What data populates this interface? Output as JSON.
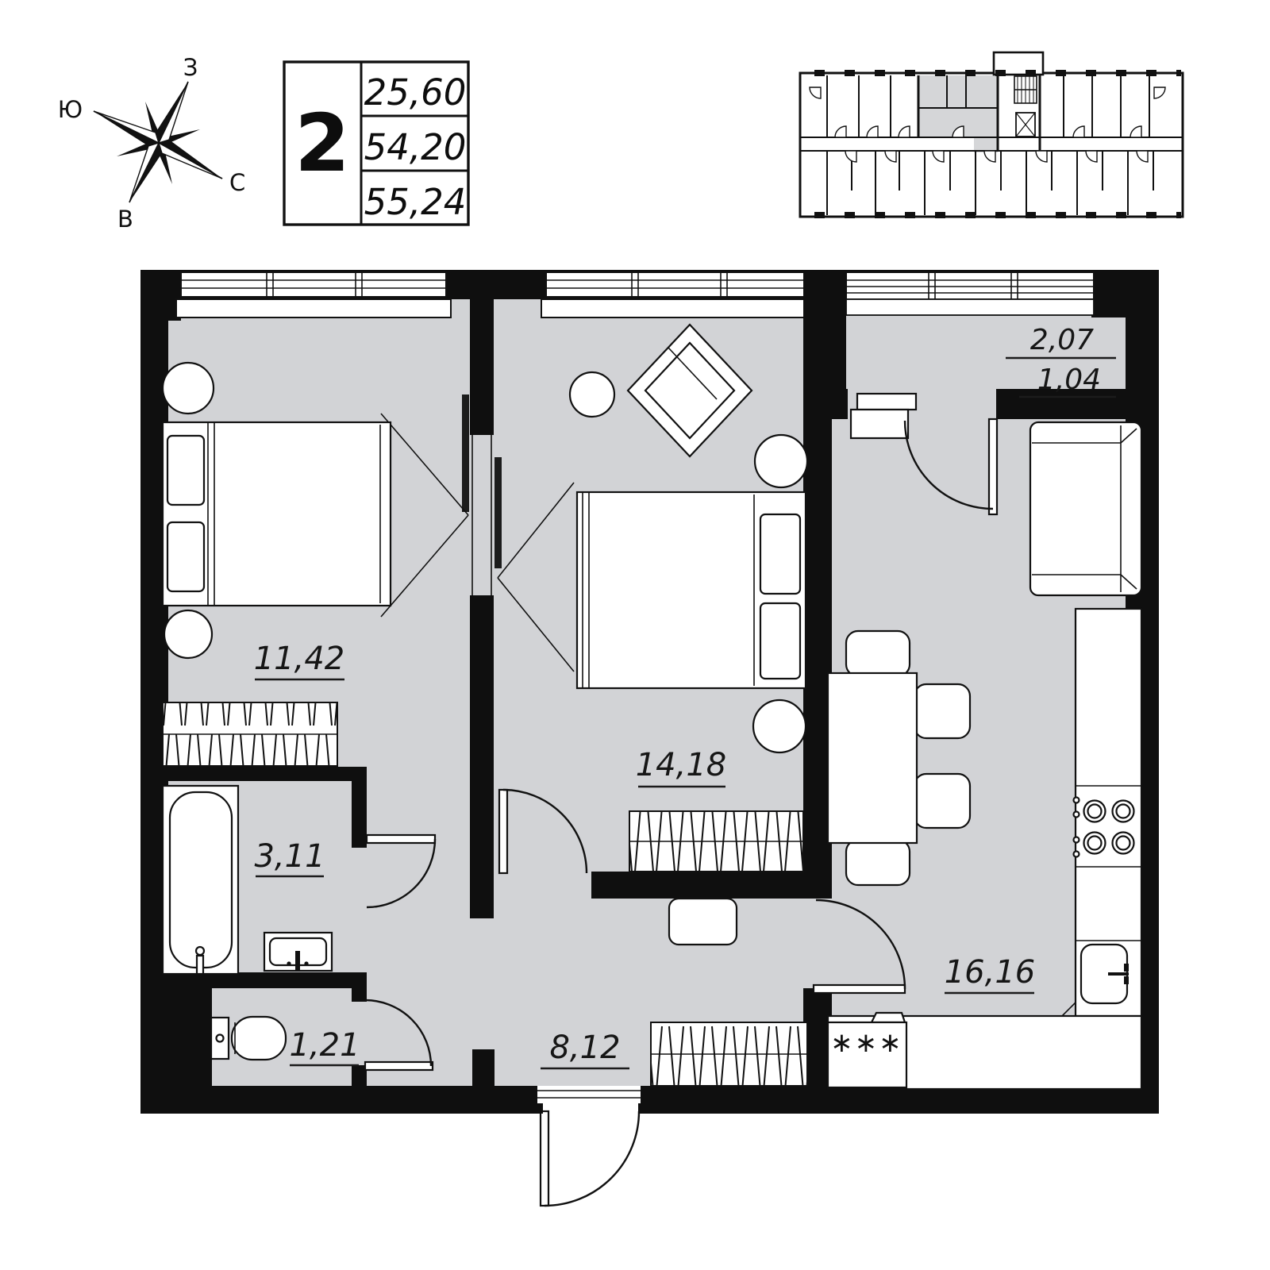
{
  "colors": {
    "wall": "#0f0f0f",
    "floor": "#d2d3d6",
    "minimap_highlight": "#d5d6d8",
    "paper": "#ffffff"
  },
  "compass": {
    "north": "С",
    "south": "Ю",
    "west": "З",
    "east": "В"
  },
  "unit_card": {
    "rooms": "2",
    "living_area": "25,60",
    "apartment_area": "54,20",
    "total_area": "55,24"
  },
  "rooms": {
    "bedroom_1": {
      "area": "11,42"
    },
    "bathroom": {
      "area": "3,11"
    },
    "wc": {
      "area": "1,21"
    },
    "hallway": {
      "area": "8,12"
    },
    "bedroom_2": {
      "area": "14,18"
    },
    "kitchen_living": {
      "area": "16,16"
    },
    "loggia": {
      "area_full": "2,07",
      "area_counted": "1,04"
    }
  },
  "symbols": {
    "fridge_mark": "∗∗∗"
  }
}
